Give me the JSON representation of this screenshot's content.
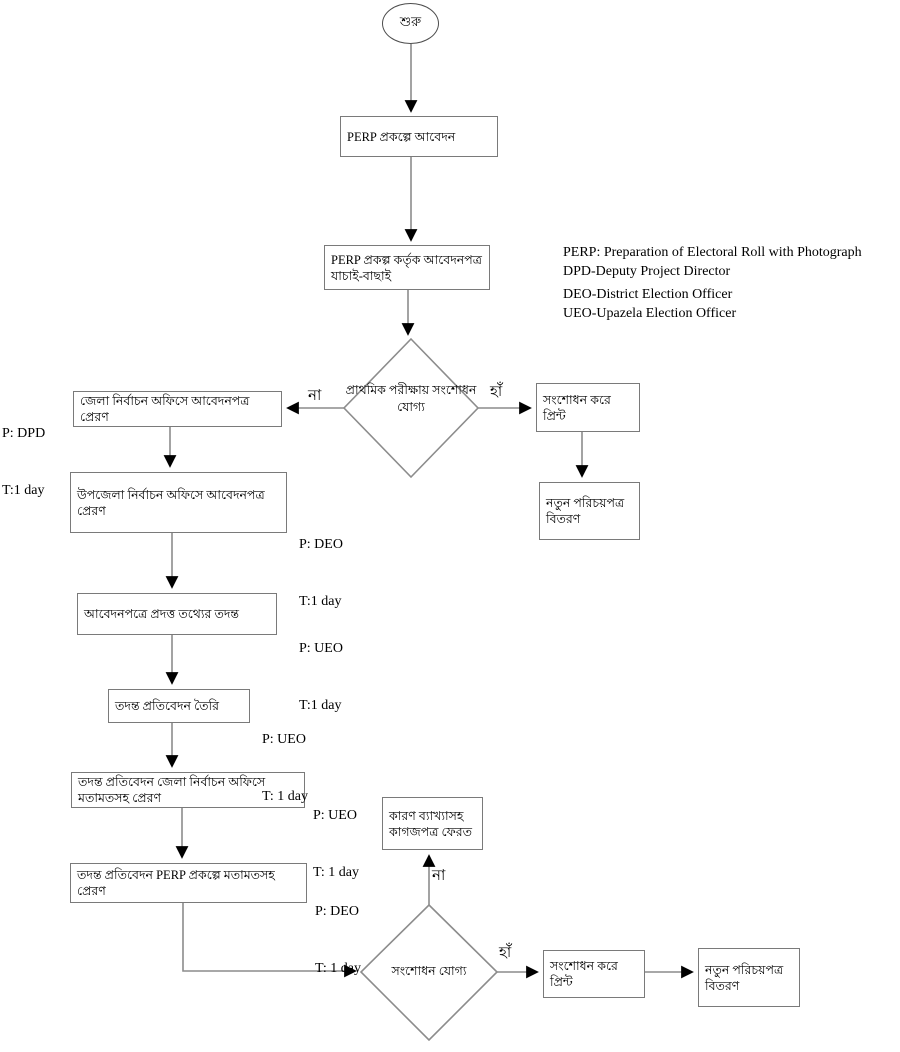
{
  "start": {
    "label": "শুরু"
  },
  "boxes": {
    "apply": "PERP প্রকল্পে আবেদন",
    "verify": "PERP প্রকল্প কর্তৃক আবেদনপত্র যাচাই-বাছাই",
    "print_top": "সংশোধন করে প্রিন্ট",
    "distribute_top": "নতুন পরিচয়পত্র বিতরণ",
    "district": "জেলা নির্বাচন অফিসে আবেদনপত্র প্রেরণ",
    "upazela": "উপজেলা নির্বাচন অফিসে আবেদনপত্র প্রেরণ",
    "investigation": "আবেদনপত্রে প্রদত্ত তথ্যের তদন্ত",
    "report_create": "তদন্ত প্রতিবেদন তৈরি",
    "report_district": "তদন্ত প্রতিবেদন জেলা নির্বাচন অফিসে মতামতসহ প্রেরণ",
    "report_perp": "তদন্ত প্রতিবেদন PERP প্রকল্পে মতামতসহ প্রেরণ",
    "return_docs": "কারণ ব্যাখ্যাসহ কাগজপত্র ফেরত",
    "print_bottom": "সংশোধন করে প্রিন্ট",
    "distribute_bottom": "নতুন পরিচয়পত্র বিতরণ"
  },
  "decisions": {
    "primary_check": "প্রাথমিক পরীক্ষায় সংশোধন যোগ্য",
    "correctable": "সংশোধন যোগ্য"
  },
  "edge_labels": {
    "no_top": "না",
    "yes_top": "হাঁ",
    "no_bottom": "না",
    "yes_bottom": "হাঁ"
  },
  "annotations": {
    "dpd": {
      "p": "P: DPD",
      "t": "T:1 day"
    },
    "deo_top": {
      "p": "P: DEO",
      "t": "T:1 day"
    },
    "ueo_1": {
      "p": "P: UEO",
      "t": "T:1 day"
    },
    "ueo_2": {
      "p": "P: UEO",
      "t": "T: 1 day"
    },
    "ueo_3": {
      "p": "P: UEO",
      "t": "T: 1 day"
    },
    "deo_bottom": {
      "p": "P: DEO",
      "t": "T: 1 day"
    }
  },
  "legend": {
    "line1": "PERP: Preparation of Electoral Roll with Photograph",
    "line2": "DPD-Deputy Project Director",
    "line3": "DEO-District Election Officer",
    "line4": "UEO-Upazela Election Officer"
  },
  "colors": {
    "line": "#8c8c8c",
    "arrowhead": "#000000",
    "box_border": "#7a7a7a",
    "text": "#000000"
  }
}
